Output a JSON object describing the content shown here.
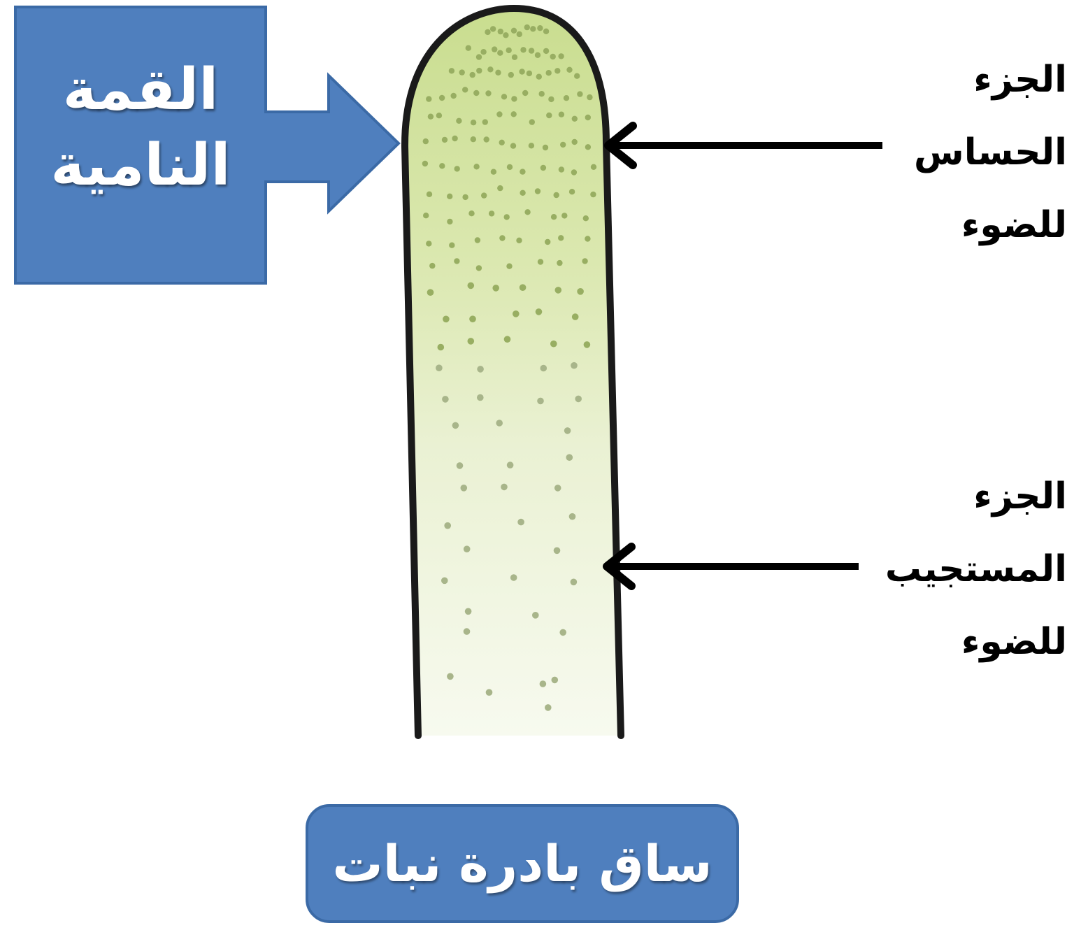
{
  "callout": {
    "line1": "القمة",
    "line2": "النامية"
  },
  "labels": {
    "sensitive": {
      "line1": "الجزء",
      "line2": "الحساس",
      "line3": "للضوء"
    },
    "responsive": {
      "line1": "الجزء",
      "line2": "المستجيب",
      "line3": "للضوء"
    }
  },
  "caption": "ساق بادرة نبات",
  "colors": {
    "callout_fill": "#4f7fbe",
    "callout_stroke": "#3b6aa6",
    "stem_top": "#c9dd8f",
    "stem_bottom": "#f6f9ec",
    "stem_outline": "#1a1a1a",
    "dots": "#9ab06a",
    "arrow": "#000000"
  }
}
